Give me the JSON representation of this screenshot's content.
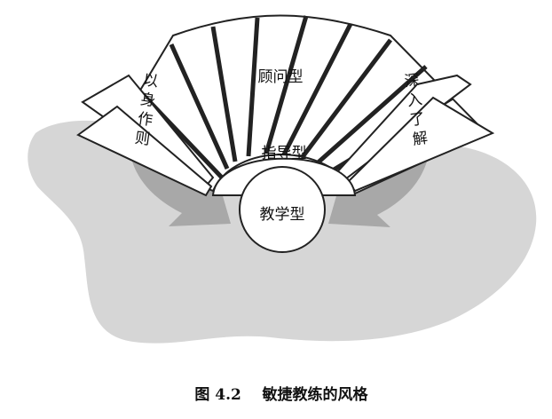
{
  "diagram": {
    "outer_label": "顾问型",
    "middle_label": "指导型",
    "inner_label": "教学型",
    "left_arrow_label": "以身作则",
    "right_arrow_label": "深入了解"
  },
  "caption": {
    "figure_number": "图 4.2",
    "title": "敏捷教练的风格"
  },
  "colors": {
    "shadow": "#d6d6d6",
    "arrow": "#a8a8a8",
    "stroke": "#222222",
    "fill": "#ffffff"
  }
}
